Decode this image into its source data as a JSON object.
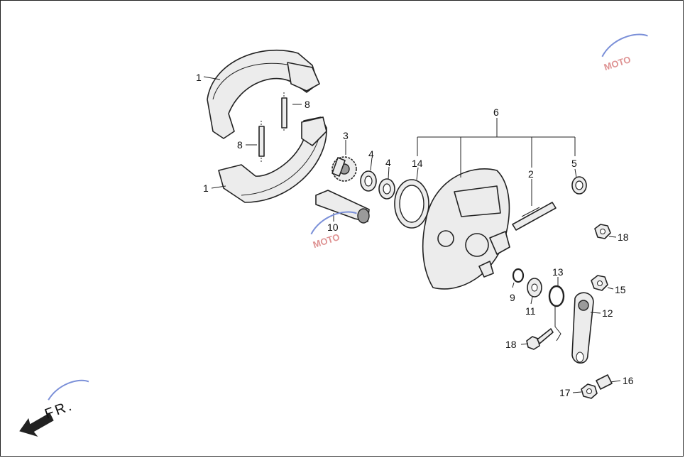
{
  "diagram": {
    "callouts": [
      {
        "id": "c1a",
        "label": "1"
      },
      {
        "id": "c1b",
        "label": "1"
      },
      {
        "id": "c8a",
        "label": "8"
      },
      {
        "id": "c8b",
        "label": "8"
      },
      {
        "id": "c3",
        "label": "3"
      },
      {
        "id": "c4a",
        "label": "4"
      },
      {
        "id": "c4b",
        "label": "4"
      },
      {
        "id": "c14",
        "label": "14"
      },
      {
        "id": "c6",
        "label": "6"
      },
      {
        "id": "c2",
        "label": "2"
      },
      {
        "id": "c5",
        "label": "5"
      },
      {
        "id": "c10",
        "label": "10"
      },
      {
        "id": "c18a",
        "label": "18"
      },
      {
        "id": "c9",
        "label": "9"
      },
      {
        "id": "c11",
        "label": "11"
      },
      {
        "id": "c13",
        "label": "13"
      },
      {
        "id": "c15",
        "label": "15"
      },
      {
        "id": "c12",
        "label": "12"
      },
      {
        "id": "c18b",
        "label": "18"
      },
      {
        "id": "c16",
        "label": "16"
      },
      {
        "id": "c17",
        "label": "17"
      }
    ],
    "direction_label": "FR.",
    "watermark_text": "MOTO",
    "colors": {
      "line": "#222222",
      "fill": "#ececec",
      "watermark": "#d98080"
    }
  }
}
